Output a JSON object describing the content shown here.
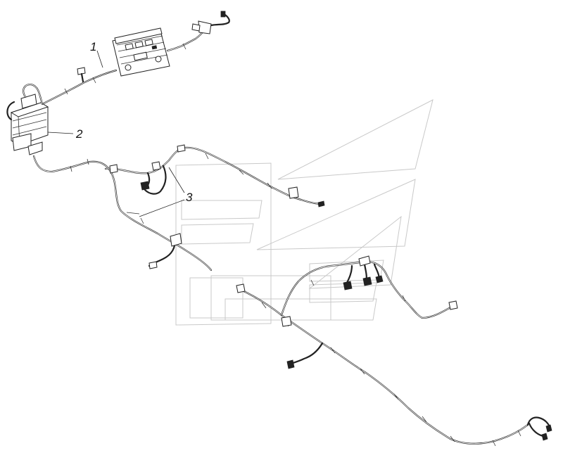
{
  "callouts": [
    {
      "id": "1",
      "label": "1"
    },
    {
      "id": "2",
      "label": "2"
    },
    {
      "id": "3",
      "label": "3"
    }
  ],
  "colors": {
    "line": "#222222",
    "watermark": "#c9c9c9",
    "background": "#ffffff"
  },
  "icons": {
    "watermark": "logo-watermark-icon"
  }
}
